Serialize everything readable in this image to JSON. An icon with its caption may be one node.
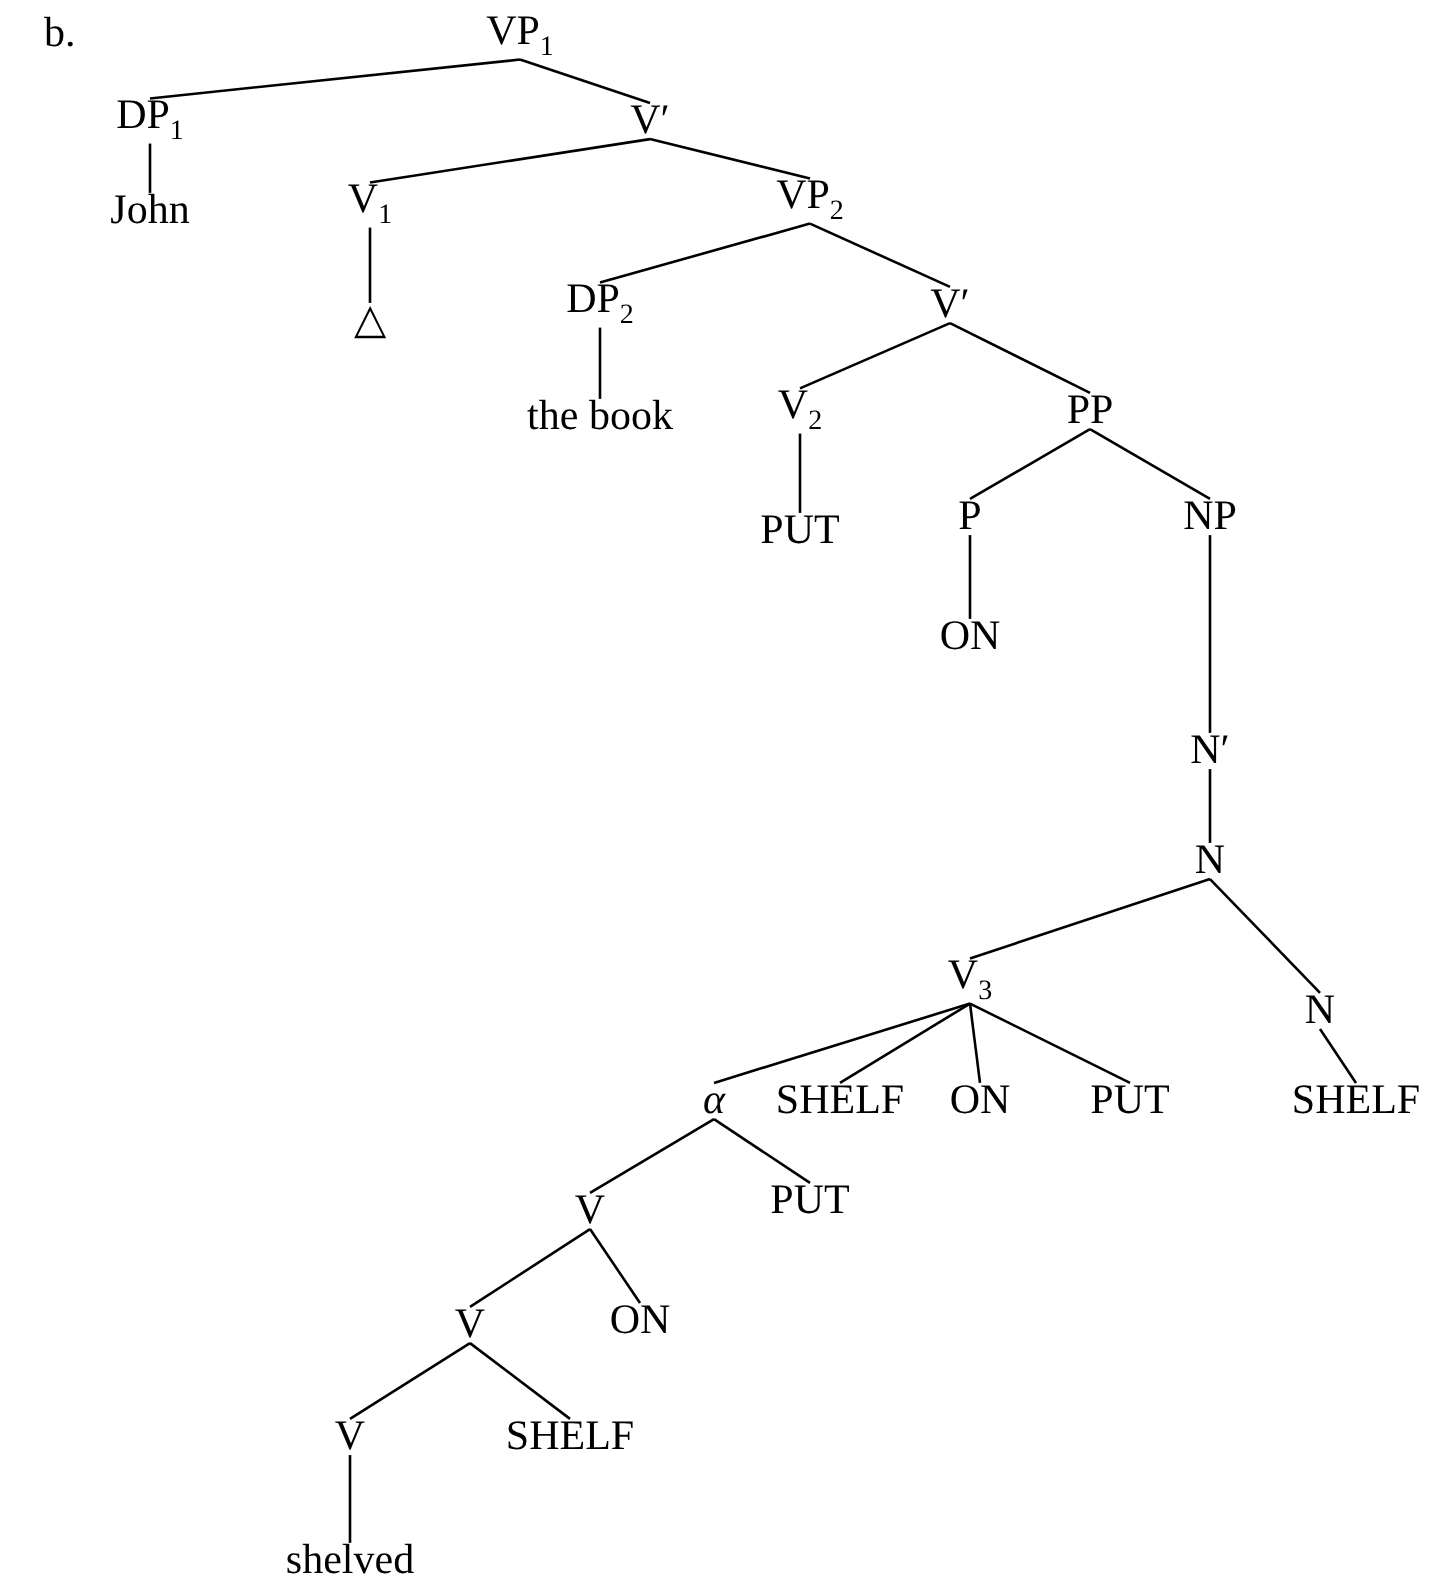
{
  "diagram": {
    "nodes": [
      {
        "text": [
          "VP$_{1}$"
        ]
      },
      {
        "text": [
          "DP$_{1}$"
        ]
      },
      {
        "text": [
          "V′"
        ]
      },
      {
        "text": [
          "John"
        ]
      },
      {
        "text": [
          "V$_{1}$"
        ]
      },
      {
        "text": [
          "VP$_{2}$"
        ]
      },
      {
        "text": [
          "△"
        ]
      },
      {
        "text": [
          "DP$_{2}$"
        ]
      },
      {
        "text": [
          "V′"
        ]
      },
      {
        "text": [
          "the book"
        ]
      },
      {
        "text": [
          "V$_{2}$"
        ]
      },
      {
        "text": [
          "PP"
        ]
      },
      {
        "text": [
          "PUT"
        ]
      },
      {
        "text": [
          "P"
        ]
      },
      {
        "text": [
          "NP"
        ]
      },
      {
        "text": [
          "ON"
        ]
      },
      {
        "text": [
          "N′"
        ]
      },
      {
        "text": [
          "N"
        ]
      },
      {
        "text": [
          "V$_{3}$"
        ]
      },
      {
        "text": [
          "N"
        ]
      },
      {
        "text": [
          "*α*"
        ]
      },
      {
        "text": [
          "SHELF"
        ]
      },
      {
        "text": [
          "ON"
        ]
      },
      {
        "text": [
          "PUT"
        ]
      },
      {
        "text": [
          "SHELF"
        ]
      },
      {
        "text": [
          "V"
        ]
      },
      {
        "text": [
          "PUT"
        ]
      },
      {
        "text": [
          "V"
        ]
      },
      {
        "text": [
          "ON"
        ]
      },
      {
        "text": [
          "V"
        ]
      },
      {
        "text": [
          "SHELF"
        ]
      },
      {
        "text": [
          "shelved"
        ]
      }
    ],
    "edges": [
      {
        "from": 0,
        "to": 1,
        "arrow": "none"
      },
      {
        "from": 0,
        "to": 2,
        "arrow": "none"
      },
      {
        "from": 1,
        "to": 3,
        "arrow": "none"
      },
      {
        "from": 2,
        "to": 4,
        "arrow": "none"
      },
      {
        "from": 2,
        "to": 5,
        "arrow": "none"
      },
      {
        "from": 4,
        "to": 6,
        "arrow": "none"
      },
      {
        "from": 5,
        "to": 7,
        "arrow": "none"
      },
      {
        "from": 5,
        "to": 8,
        "arrow": "none"
      },
      {
        "from": 7,
        "to": 9,
        "arrow": "none"
      },
      {
        "from": 8,
        "to": 10,
        "arrow": "none"
      },
      {
        "from": 8,
        "to": 11,
        "arrow": "none"
      },
      {
        "from": 10,
        "to": 12,
        "arrow": "none"
      },
      {
        "from": 11,
        "to": 13,
        "arrow": "none"
      },
      {
        "from": 11,
        "to": 14,
        "arrow": "none"
      },
      {
        "from": 13,
        "to": 15,
        "arrow": "none"
      },
      {
        "from": 14,
        "to": 16,
        "arrow": "none"
      },
      {
        "from": 16,
        "to": 17,
        "arrow": "none"
      },
      {
        "from": 17,
        "to": 18,
        "arrow": "none"
      },
      {
        "from": 17,
        "to": 19,
        "arrow": "none"
      },
      {
        "from": 18,
        "to": 20,
        "arrow": "none"
      },
      {
        "from": 18,
        "to": 21,
        "arrow": "none"
      },
      {
        "from": 18,
        "to": 22,
        "arrow": "none"
      },
      {
        "from": 18,
        "to": 23,
        "arrow": "none"
      },
      {
        "from": 19,
        "to": 24,
        "arrow": "none"
      },
      {
        "from": 20,
        "to": 25,
        "arrow": "none"
      },
      {
        "from": 20,
        "to": 26,
        "arrow": "none"
      },
      {
        "from": 25,
        "to": 27,
        "arrow": "none"
      },
      {
        "from": 25,
        "to": 28,
        "arrow": "none"
      },
      {
        "from": 27,
        "to": 29,
        "arrow": "none"
      },
      {
        "from": 27,
        "to": 30,
        "arrow": "none"
      },
      {
        "from": 29,
        "to": 31,
        "arrow": "none"
      }
    ],
    "labels": [
      "b."
    ]
  }
}
